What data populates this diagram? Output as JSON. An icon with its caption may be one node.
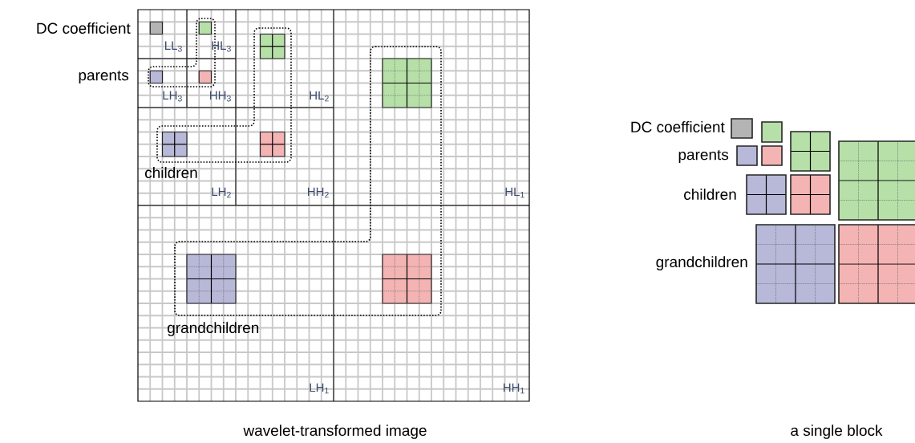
{
  "diagram": {
    "labels": [
      "DC coefficient",
      "LL$_{3}$",
      "HL$_{3}$",
      "parents",
      "LH$_{3}$",
      "HH$_{3}$",
      "HL$_{2}$",
      "children",
      "LH$_{2}$",
      "HH$_{2}$",
      "HL$_{1}$",
      "grandchildren",
      "LH$_{1}$",
      "HH$_{1}$",
      "wavelet-transformed image",
      "DC coefficient",
      "parents",
      "children",
      "grandchildren",
      "a single block"
    ]
  }
}
